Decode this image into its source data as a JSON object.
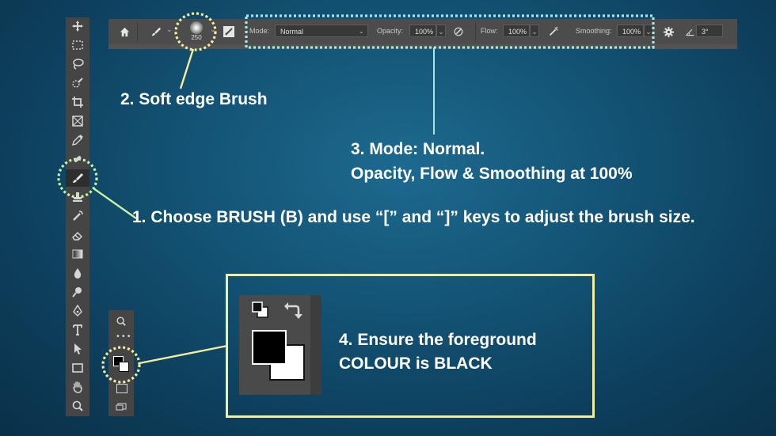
{
  "options_bar": {
    "brush_size": "250",
    "mode_label": "Mode:",
    "mode_value": "Normal",
    "opacity_label": "Opacity:",
    "opacity_value": "100%",
    "flow_label": "Flow:",
    "flow_value": "100%",
    "smoothing_label": "Smoothing:",
    "smoothing_value": "100%",
    "angle_value": "3°"
  },
  "annotations": {
    "step1": "1. Choose BRUSH (B) and use “[” and “]” keys to adjust the brush size.",
    "step2": "2. Soft edge Brush",
    "step3_line1": "3. Mode: Normal.",
    "step3_line2": "Opacity, Flow & Smoothing at  100%",
    "step4_line1": "4. Ensure the foreground",
    "step4_line2": "COLOUR is BLACK"
  },
  "colors": {
    "highlight": "#f3eda0",
    "leader_green": "#c9f0a4",
    "leader_cyan": "#a8e6e4",
    "foreground": "#000000",
    "background": "#ffffff"
  }
}
